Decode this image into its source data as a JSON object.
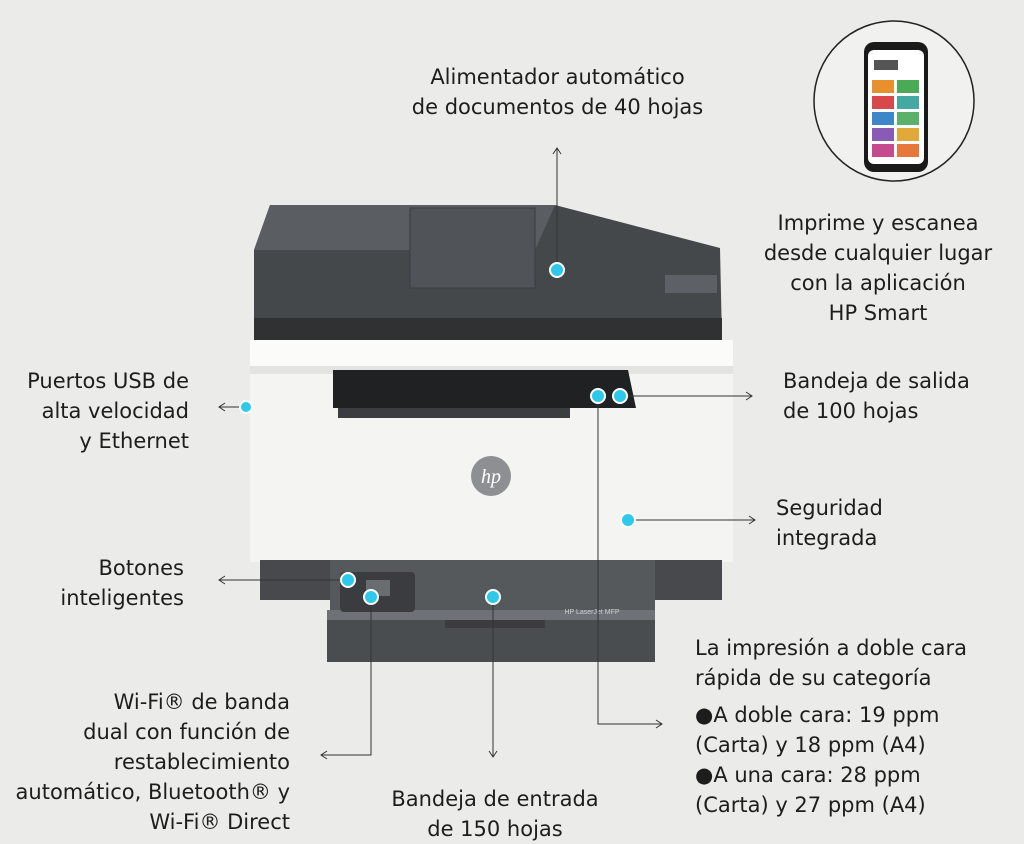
{
  "callouts": {
    "adf": "Alimentador automático\nde documentos de 40 hojas",
    "app": "Imprime y escanea\ndesde cualquier lugar\ncon la aplicación\nHP Smart",
    "usb": "Puertos USB de\nalta velocidad\ny  Ethernet",
    "output": "Bandeja de salida\nde 100 hojas",
    "security": "Seguridad\nintegrada",
    "buttons": "Botones\ninteligentes",
    "wifi": "Wi-Fi® de banda\ndual con función de\nrestablecimiento\nautomático, Bluetooth® y\nWi-Fi® Direct",
    "input": "Bandeja de entrada\nde 150 hojas",
    "duplex_title": "La impresión a doble cara\nrápida de su categoría",
    "duplex_bullet1": "●A doble cara: 19 ppm\n   (Carta) y 18 ppm (A4)",
    "duplex_bullet2": "●A una cara: 28 ppm\n   (Carta) y 27 ppm (A4)"
  },
  "printer": {
    "brand_logo": "hp",
    "model_label": "HP LaserJet MFP"
  },
  "colors": {
    "background": "#ebebea",
    "accent_dot": "#2ec9ea",
    "printer_dark": "#4c4f52",
    "printer_body": "#f4f4f3"
  },
  "icons": [
    "hp-logo-icon",
    "smartphone-app-icon"
  ]
}
